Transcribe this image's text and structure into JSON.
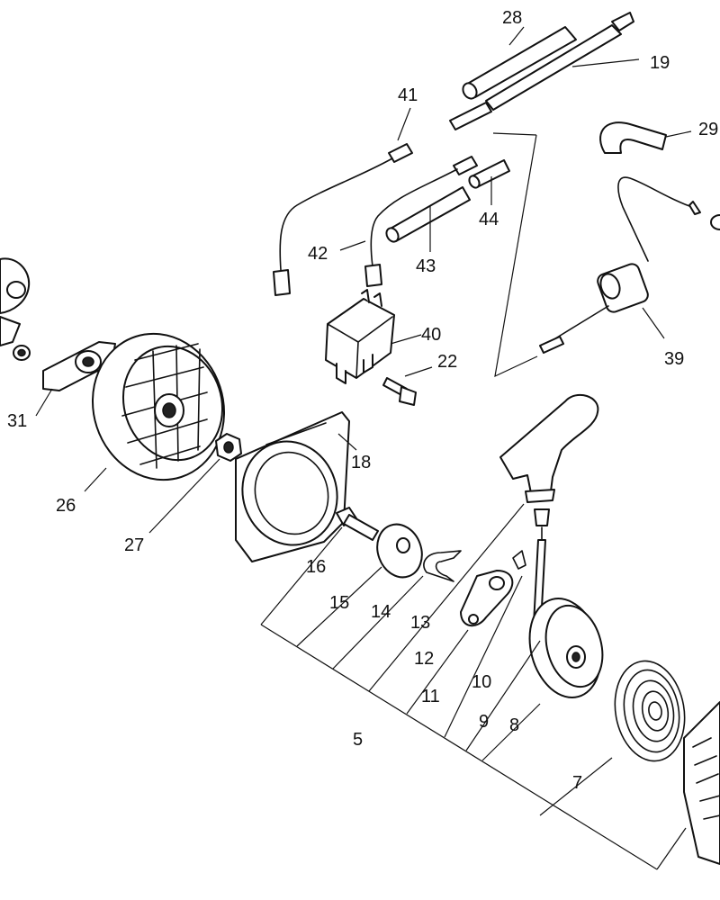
{
  "callouts": [
    "28",
    "19",
    "41",
    "29",
    "44",
    "42",
    "43",
    "40",
    "22",
    "39",
    "31",
    "26",
    "27",
    "18",
    "16",
    "15",
    "14",
    "13",
    "12",
    "11",
    "10",
    "9",
    "8",
    "7",
    "5"
  ]
}
